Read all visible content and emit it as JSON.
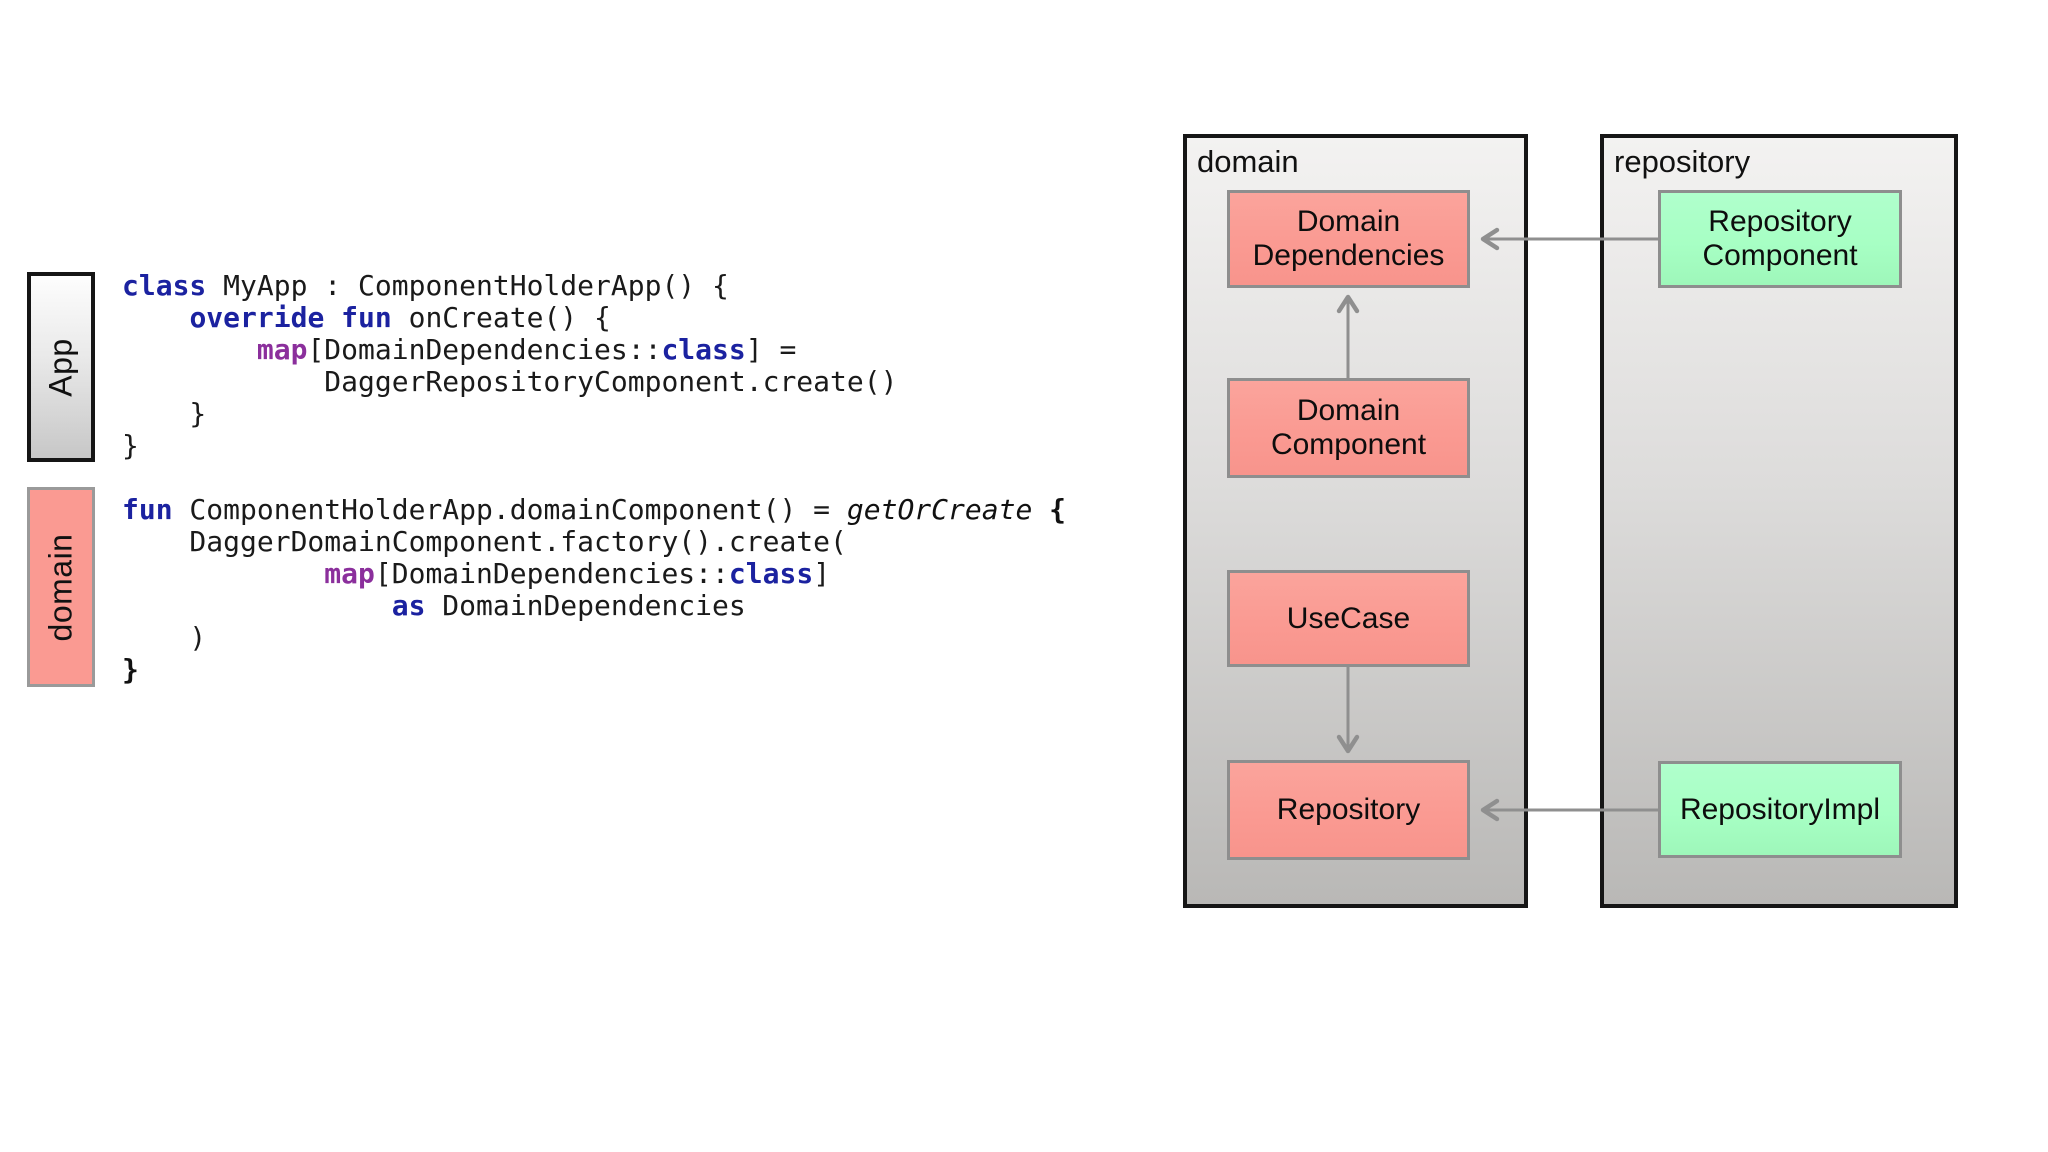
{
  "side_labels": {
    "app": "App",
    "domain": "domain"
  },
  "code_blocks": {
    "block1": {
      "lines": [
        [
          {
            "s": "kw",
            "t": "class"
          },
          {
            "s": "p",
            "t": " MyApp : ComponentHolderApp() {"
          }
        ],
        [
          {
            "s": "p",
            "t": "    "
          },
          {
            "s": "kw",
            "t": "override fun"
          },
          {
            "s": "p",
            "t": " onCreate() {"
          }
        ],
        [
          {
            "s": "p",
            "t": "        "
          },
          {
            "s": "pp",
            "t": "map"
          },
          {
            "s": "p",
            "t": "[DomainDependencies::"
          },
          {
            "s": "kw",
            "t": "class"
          },
          {
            "s": "p",
            "t": "] ="
          }
        ],
        [
          {
            "s": "p",
            "t": "            DaggerRepositoryComponent.create()"
          }
        ],
        [
          {
            "s": "p",
            "t": "    }"
          }
        ],
        [
          {
            "s": "p",
            "t": "}"
          }
        ]
      ]
    },
    "block2": {
      "lines": [
        [
          {
            "s": "kw",
            "t": "fun"
          },
          {
            "s": "p",
            "t": " ComponentHolderApp.domainComponent() = "
          },
          {
            "s": "it",
            "t": "getOrCreate"
          },
          {
            "s": "p",
            "t": " "
          },
          {
            "s": "b",
            "t": "{"
          }
        ],
        [
          {
            "s": "p",
            "t": "    DaggerDomainComponent.factory().create("
          }
        ],
        [
          {
            "s": "p",
            "t": "            "
          },
          {
            "s": "pp",
            "t": "map"
          },
          {
            "s": "p",
            "t": "[DomainDependencies::"
          },
          {
            "s": "kw",
            "t": "class"
          },
          {
            "s": "p",
            "t": "]"
          }
        ],
        [
          {
            "s": "p",
            "t": "                "
          },
          {
            "s": "kw",
            "t": "as"
          },
          {
            "s": "p",
            "t": " DomainDependencies"
          }
        ],
        [
          {
            "s": "p",
            "t": "    )"
          }
        ],
        [
          {
            "s": "b",
            "t": "}"
          }
        ]
      ]
    }
  },
  "diagram": {
    "domain_package": {
      "label": "domain",
      "boxes": {
        "domain_dependencies": "Domain Dependencies",
        "domain_component": "Domain Component",
        "usecase": "UseCase",
        "repository": "Repository"
      }
    },
    "repository_package": {
      "label": "repository",
      "boxes": {
        "repository_component": "Repository Component",
        "repository_impl": "RepositoryImpl"
      }
    }
  },
  "colors": {
    "pink": "#FA9A92",
    "green": "#A7FFC4",
    "arrow": "#8F8F8F",
    "keyword_blue": "#1B22A0",
    "map_purple": "#8B2F9C",
    "code_text": "#1A1A1A",
    "box_border": "#8E8E8E",
    "package_border": "#161616"
  }
}
